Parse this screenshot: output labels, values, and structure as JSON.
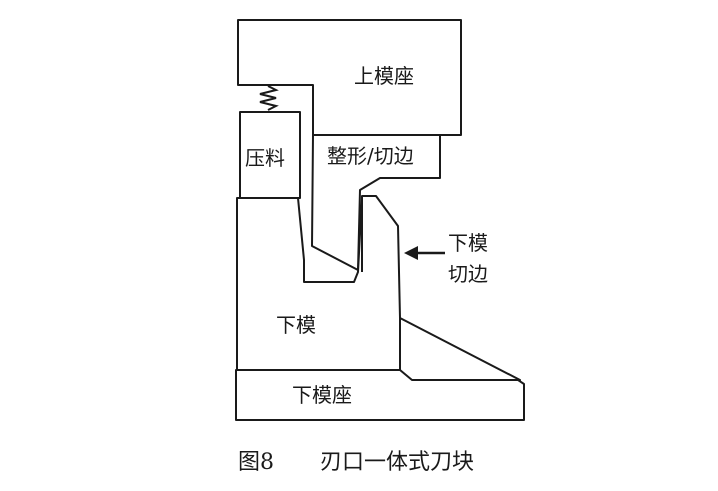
{
  "labels": {
    "upper_die_seat": "上模座",
    "pressing_plate": "压料",
    "shaping_trimming": "整形/切边",
    "lower_die_trimming_line1": "下模",
    "lower_die_trimming_line2": "切边",
    "lower_die": "下模",
    "lower_die_seat": "下模座"
  },
  "caption": {
    "figure_number": "图8",
    "title": "刃口一体式刀块"
  }
}
